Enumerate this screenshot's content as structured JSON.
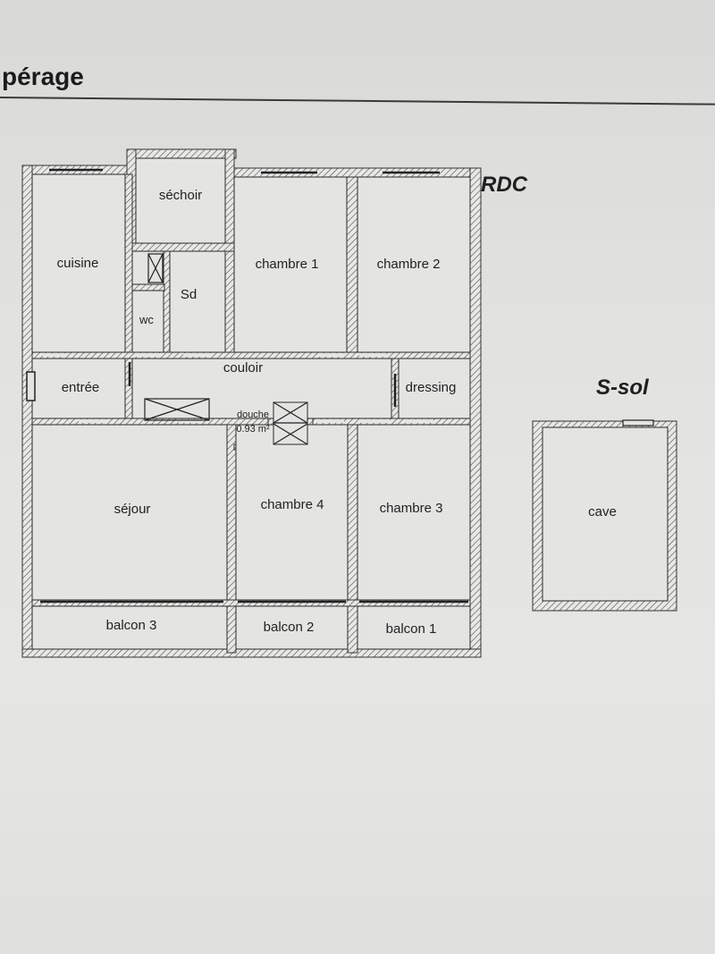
{
  "page": {
    "section_heading": "pérage"
  },
  "levels": {
    "ground_floor": "RDC",
    "basement": "S-sol"
  },
  "rooms": {
    "sechoir": "séchoir",
    "cuisine": "cuisine",
    "chambre_1": "chambre 1",
    "chambre_2": "chambre 2",
    "sd": "Sd",
    "wc": "wc",
    "couloir": "couloir",
    "entree": "entrée",
    "dressing": "dressing",
    "douche": "douche",
    "douche_area": "0.93 m²",
    "sejour": "séjour",
    "chambre_4": "chambre 4",
    "chambre_3": "chambre 3",
    "balcon_3": "balcon 3",
    "balcon_2": "balcon 2",
    "balcon_1": "balcon 1",
    "cave": "cave"
  },
  "colors": {
    "paper": "#e2e2e0",
    "wall_hatch": "#555555",
    "line": "#2a2a2a"
  }
}
